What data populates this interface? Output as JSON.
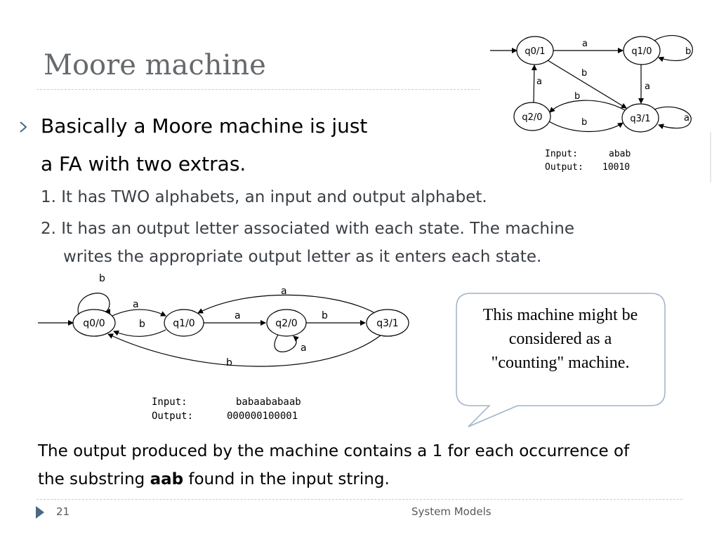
{
  "title": "Moore machine",
  "bullet": {
    "line1": "Basically a Moore machine is just",
    "line2": "a FA with two extras."
  },
  "sub_items": [
    {
      "num": "1.",
      "text": "It has TWO alphabets, an input and output alphabet."
    },
    {
      "num": "2.",
      "text_line1": "It has an output letter associated with each state. The machine",
      "text_line2": "writes the appropriate output letter as it enters each state."
    }
  ],
  "top_diagram": {
    "states": [
      "q0/1",
      "q1/0",
      "q2/0",
      "q3/1"
    ],
    "labels": {
      "q0_q1": "a",
      "q1_loop": "b",
      "q0_q3": "b",
      "q1_q3": "a",
      "q2_q0": "a",
      "q3_q2": "b",
      "q2_q3": "b",
      "q3_loop": "a"
    },
    "input_label": "Input:",
    "input_value": "abab",
    "output_label": "Output:",
    "output_value": "10010"
  },
  "bottom_diagram": {
    "states": [
      "q0/0",
      "q1/0",
      "q2/0",
      "q3/1"
    ],
    "labels": {
      "q0_loop": "b",
      "q0_q1": "a",
      "q1_q0": "b",
      "q1_q2": "a",
      "q2_q3": "b",
      "q2_loop": "a",
      "q3_q1": "a",
      "q3_q0": "b"
    },
    "input_label": "Input:",
    "input_value": "babaababaab",
    "output_label": "Output:",
    "output_value": "000000100001"
  },
  "callout": {
    "line1": "This machine might be",
    "line2": "considered as a",
    "line3": "\"counting\" machine."
  },
  "conclusion": {
    "line1": "The output produced by the machine contains a 1 for each occurrence of",
    "line2_before": "the substring ",
    "line2_bold": "aab",
    "line2_after": " found in the input string."
  },
  "footer": {
    "page_number": "21",
    "text": "System Models"
  },
  "colors": {
    "title": "#666a6d",
    "rule": "#c3ccd4",
    "bullet_marker": "#4a6883",
    "callout_border": "#9fb2c6"
  }
}
